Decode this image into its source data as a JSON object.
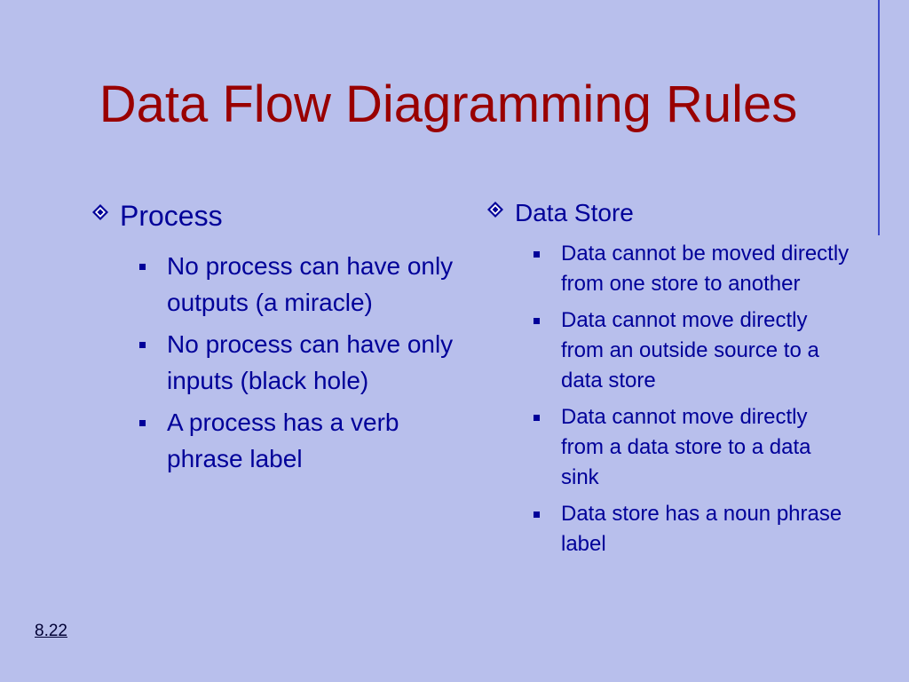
{
  "slide": {
    "title": "Data Flow Diagramming Rules",
    "page_number": "8.22"
  },
  "left": {
    "heading": "Process",
    "items": [
      "No process can have only outputs (a miracle)",
      "No process can have only inputs (black hole)",
      "A process has a verb phrase label"
    ]
  },
  "right": {
    "heading": "Data Store",
    "items": [
      "Data cannot be moved directly from one store to another",
      "Data cannot move directly from an outside source to a data store",
      "Data cannot move directly from a data store to a data sink",
      "Data store has a noun phrase label"
    ]
  },
  "colors": {
    "background": "#b8bfec",
    "title": "#990000",
    "body_text": "#000099",
    "rule": "#3c48c8"
  },
  "icons": {
    "heading_bullet": "diamond-icon",
    "sub_bullet": "square-icon"
  }
}
